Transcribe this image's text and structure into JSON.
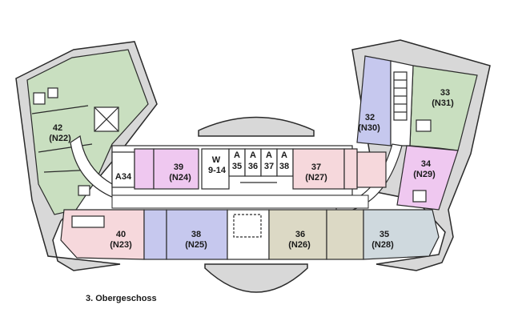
{
  "floor_label": "3. Obergeschoss",
  "colors": {
    "green": "#c9dfc0",
    "pink": "#f6d8dc",
    "violet": "#efc8f0",
    "blue": "#c6c8ee",
    "beige": "#dcd9c5",
    "grey_blue": "#cfd9de",
    "corridor": "#ffffff",
    "roof": "#d8d8d8",
    "wall": "#2a2a2a"
  },
  "rooms": {
    "r42": {
      "line1": "42",
      "line2": "(N22)",
      "color": "green"
    },
    "r33": {
      "line1": "33",
      "line2": "(N31)",
      "color": "green"
    },
    "r32": {
      "line1": "32",
      "line2": "(N30)",
      "color": "blue"
    },
    "r34": {
      "line1": "34",
      "line2": "(N29)",
      "color": "violet"
    },
    "r39": {
      "line1": "39",
      "line2": "(N24)",
      "color": "violet"
    },
    "r37": {
      "line1": "37",
      "line2": "(N27)",
      "color": "pink"
    },
    "r40": {
      "line1": "40",
      "line2": "(N23)",
      "color": "pink"
    },
    "r38": {
      "line1": "38",
      "line2": "(N25)",
      "color": "blue"
    },
    "r36": {
      "line1": "36",
      "line2": "(N26)",
      "color": "beige"
    },
    "r35": {
      "line1": "35",
      "line2": "(N28)",
      "color": "grey_blue"
    },
    "rA34": {
      "line1": "A34"
    },
    "rW": {
      "line1": "W",
      "line2": "9-14"
    },
    "rA35": {
      "line1": "A",
      "line2": "35"
    },
    "rA36": {
      "line1": "A",
      "line2": "36"
    },
    "rA37": {
      "line1": "A",
      "line2": "37"
    },
    "rA38": {
      "line1": "A",
      "line2": "38"
    }
  }
}
